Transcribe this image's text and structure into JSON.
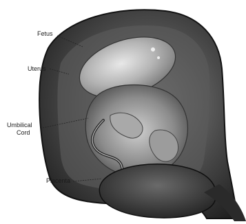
{
  "labels": {
    "fetus": "Fetus",
    "uterus": "Uterus",
    "umbilical_line1": "Umbilical",
    "umbilical_line2": "Cord",
    "placenta": "Placenta"
  }
}
